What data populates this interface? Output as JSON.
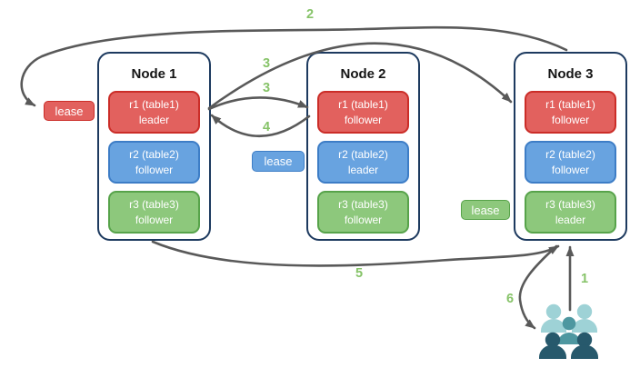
{
  "diagram_type": "replication-leases-diagram",
  "colors": {
    "red_fill": "#e2615e",
    "red_border": "#cb2d28",
    "blue_fill": "#68a3e0",
    "blue_border": "#3d7dc6",
    "green_fill": "#8dc87c",
    "green_border": "#57a34a",
    "node_border": "#1d3a5f",
    "arrow": "#595959",
    "step_label": "#86c368",
    "users_light": "#9ed2d6",
    "users_mid": "#4e97a0",
    "users_dark": "#27596c"
  },
  "nodes": [
    {
      "title": "Node 1",
      "replicas": [
        {
          "name": "r1 (table1)",
          "role": "leader",
          "color": "red"
        },
        {
          "name": "r2 (table2)",
          "role": "follower",
          "color": "blue"
        },
        {
          "name": "r3 (table3)",
          "role": "follower",
          "color": "green"
        }
      ]
    },
    {
      "title": "Node 2",
      "replicas": [
        {
          "name": "r1 (table1)",
          "role": "follower",
          "color": "red"
        },
        {
          "name": "r2 (table2)",
          "role": "leader",
          "color": "blue"
        },
        {
          "name": "r3 (table3)",
          "role": "follower",
          "color": "green"
        }
      ]
    },
    {
      "title": "Node 3",
      "replicas": [
        {
          "name": "r1 (table1)",
          "role": "follower",
          "color": "red"
        },
        {
          "name": "r2 (table2)",
          "role": "follower",
          "color": "blue"
        },
        {
          "name": "r3 (table3)",
          "role": "leader",
          "color": "green"
        }
      ]
    }
  ],
  "leases": [
    {
      "label": "lease",
      "color": "red"
    },
    {
      "label": "lease",
      "color": "blue"
    },
    {
      "label": "lease",
      "color": "green"
    }
  ],
  "step_labels": {
    "s1": "1",
    "s2": "2",
    "s3a": "3",
    "s3b": "3",
    "s4": "4",
    "s5": "5",
    "s6": "6"
  },
  "icons": {
    "users_group": "users-group-icon"
  }
}
